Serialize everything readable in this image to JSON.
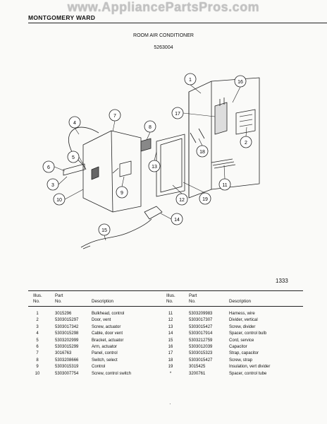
{
  "watermark": "www.AppliancePartsPros.com",
  "header_left": "MONTGOMERY WARD",
  "title": "ROOM AIR CONDITIONER",
  "model": "5263004",
  "page_code": "1333",
  "callouts": [
    "1",
    "2",
    "3",
    "4",
    "5",
    "6",
    "7",
    "8",
    "9",
    "10",
    "11",
    "12",
    "13",
    "14",
    "15",
    "16",
    "17",
    "18",
    "19"
  ],
  "table": {
    "headers": {
      "illus": "Illus.\nNo.",
      "part": "Part\nNo.",
      "desc": "Description"
    },
    "left": [
      {
        "illus": "1",
        "part": "3015296",
        "desc": "Bulkhead, control"
      },
      {
        "illus": "2",
        "part": "5303015297",
        "desc": "Door, vent"
      },
      {
        "illus": "3",
        "part": "5303017342",
        "desc": "Screw, actuator"
      },
      {
        "illus": "4",
        "part": "5303015298",
        "desc": "Cable, door vent"
      },
      {
        "illus": "5",
        "part": "5303202999",
        "desc": "Bracket, actuator"
      },
      {
        "illus": "6",
        "part": "5303015299",
        "desc": "Arm, actuator"
      },
      {
        "illus": "7",
        "part": "3016763",
        "desc": "Panel, control"
      },
      {
        "illus": "8",
        "part": "5303208666",
        "desc": "Switch, select"
      },
      {
        "illus": "9",
        "part": "5303015319",
        "desc": "Control"
      },
      {
        "illus": "10",
        "part": "5303007754",
        "desc": "Screw, control switch"
      }
    ],
    "right": [
      {
        "illus": "11",
        "part": "5303209983",
        "desc": "Harness, wire"
      },
      {
        "illus": "12",
        "part": "5303017307",
        "desc": "Divider, vertical"
      },
      {
        "illus": "13",
        "part": "5303015427",
        "desc": "Screw, divider"
      },
      {
        "illus": "14",
        "part": "5303017914",
        "desc": "Spacer, control bulb"
      },
      {
        "illus": "15",
        "part": "5303212759",
        "desc": "Cord, service"
      },
      {
        "illus": "16",
        "part": "5303012039",
        "desc": "Capacitor"
      },
      {
        "illus": "17",
        "part": "5303015323",
        "desc": "Strap, capacitor"
      },
      {
        "illus": "18",
        "part": "5303015427",
        "desc": "Screw, strap"
      },
      {
        "illus": "19",
        "part": "3015425",
        "desc": "Insulation, vert divider"
      },
      {
        "illus": "*",
        "part": "3200761",
        "desc": "Spacer, control tube"
      }
    ]
  }
}
